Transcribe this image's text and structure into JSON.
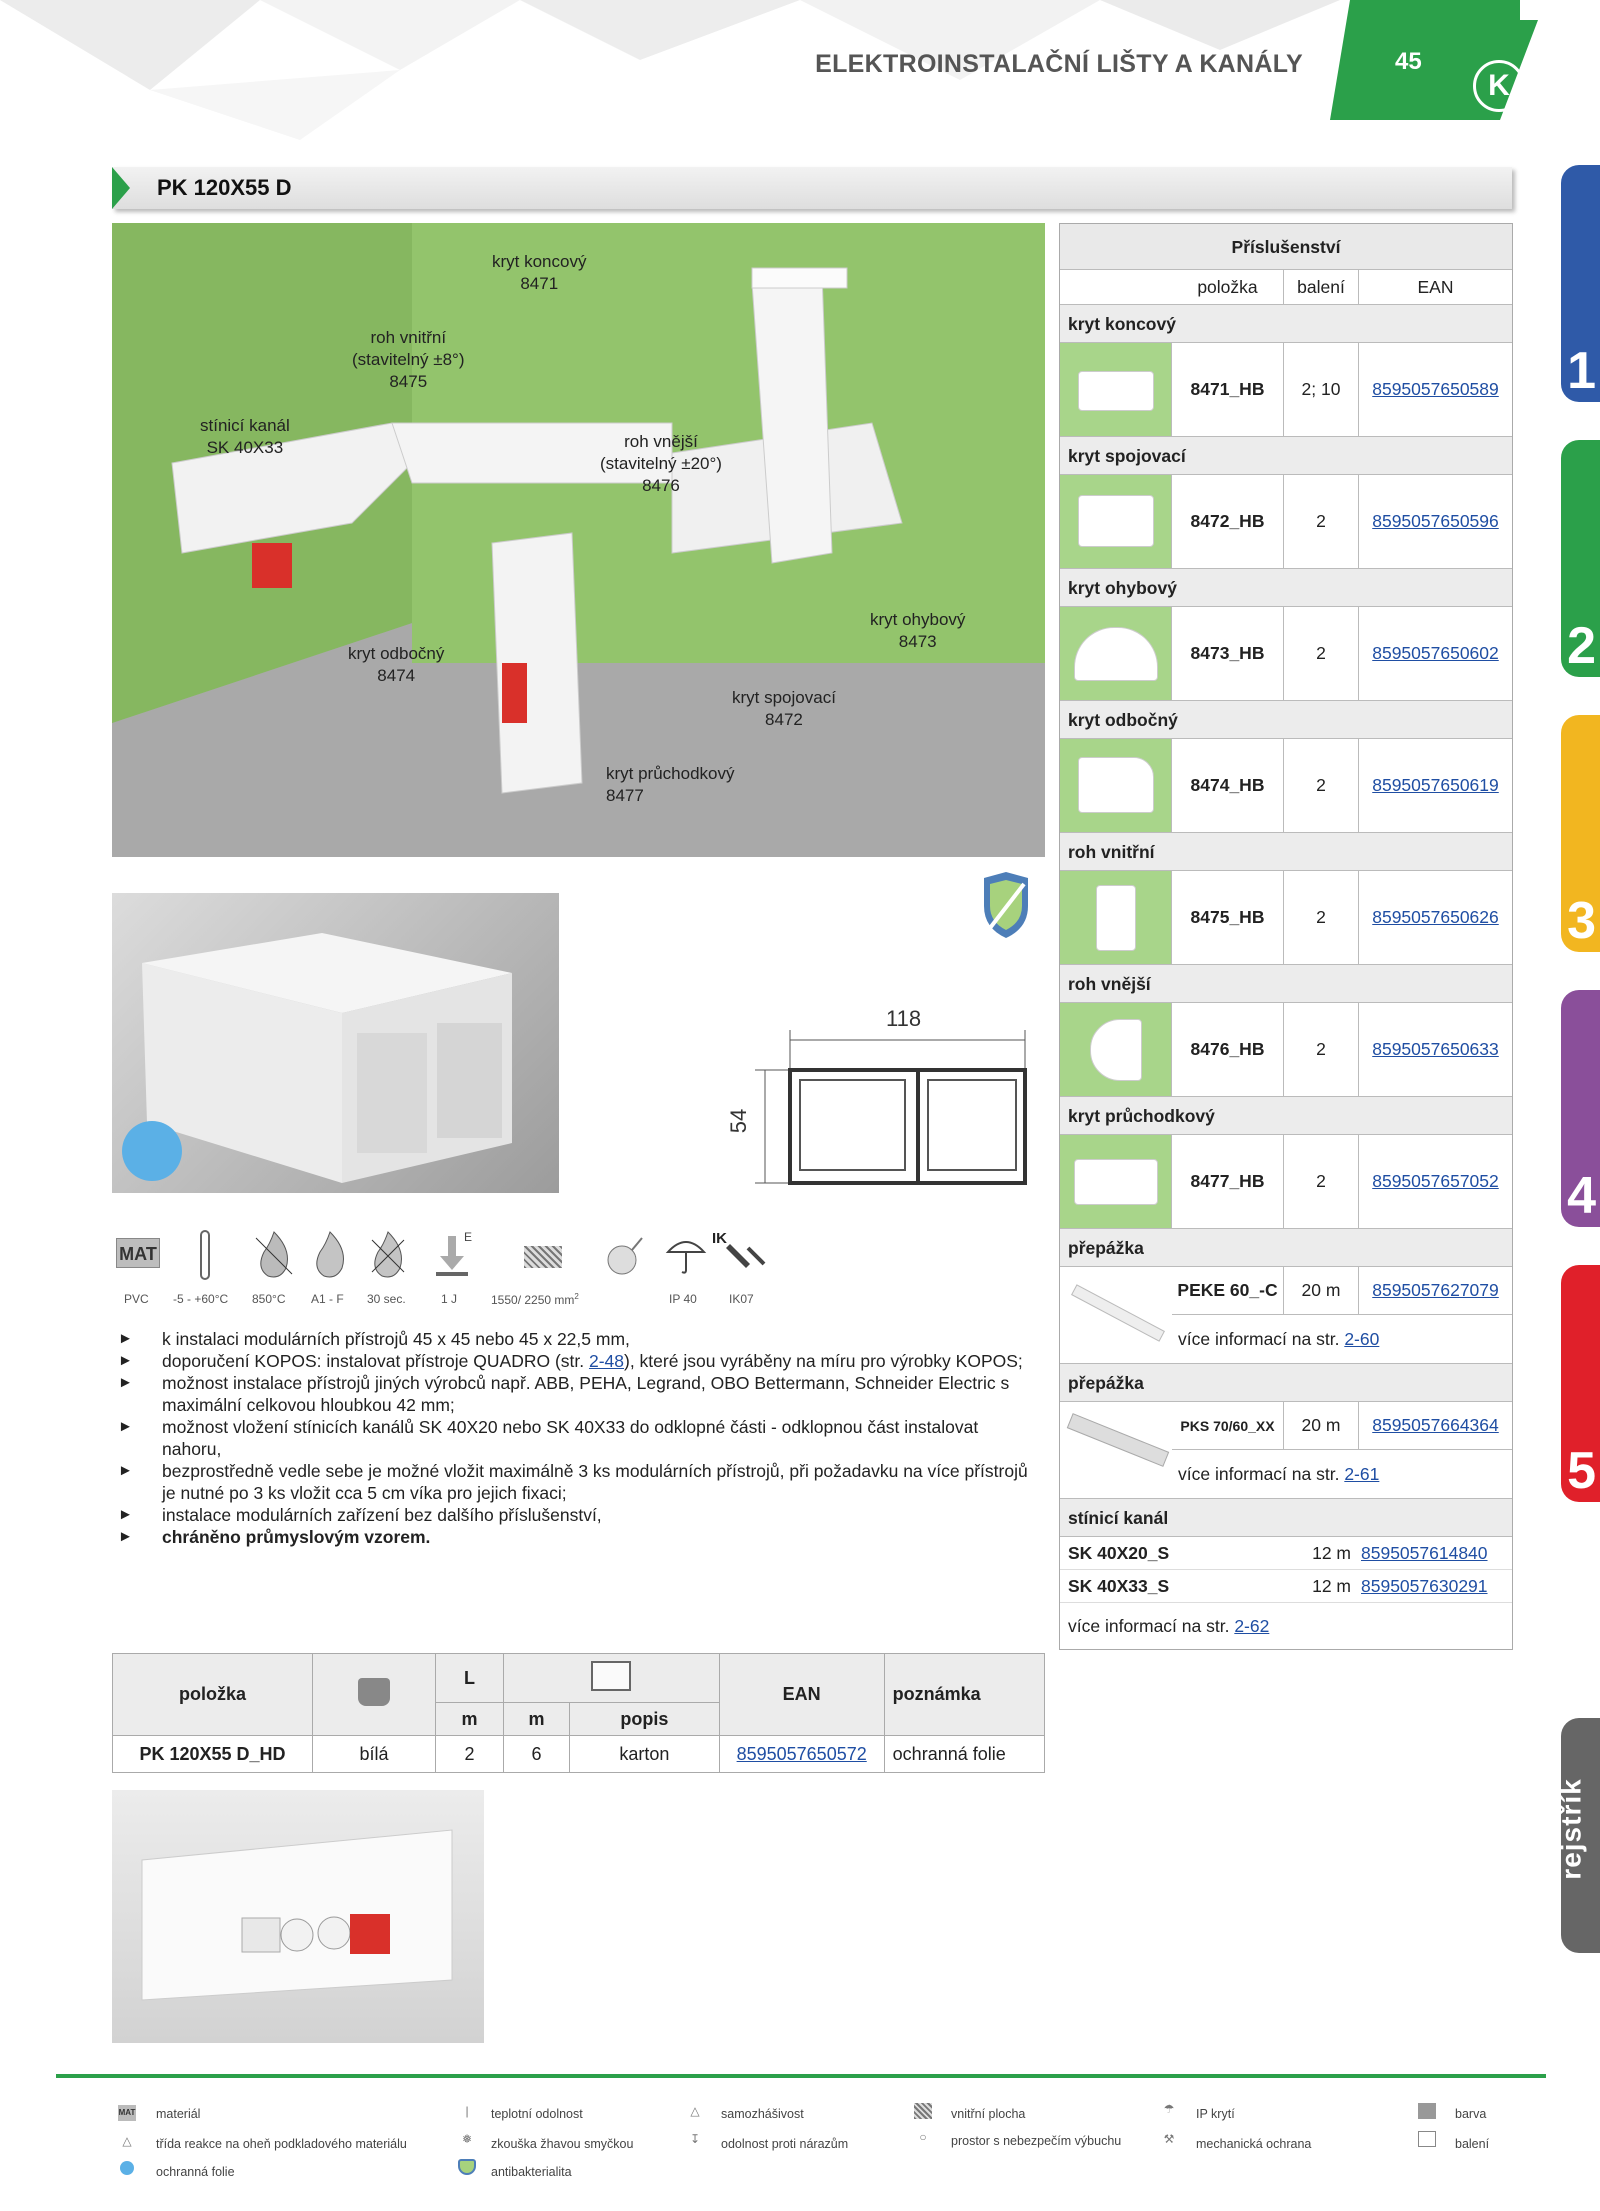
{
  "header": {
    "title": "ELEKTROINSTALAČNÍ LIŠTY A KANÁLY",
    "page_number": "45",
    "logo_letter": "K"
  },
  "product": {
    "title": "PK 120X55 D"
  },
  "scene_labels": {
    "kryt_koncovy": [
      "kryt koncový",
      "8471"
    ],
    "roh_vnitrni": [
      "roh vnitřní",
      "(stavitelný ±8°)",
      "8475"
    ],
    "stinici_kanal": [
      "stínicí kanál",
      "SK 40X33"
    ],
    "roh_vnejsi": [
      "roh vnější",
      "(stavitelný ±20°)",
      "8476"
    ],
    "kryt_ohybovy": [
      "kryt ohybový",
      "8473"
    ],
    "kryt_odbocny": [
      "kryt odbočný",
      "8474"
    ],
    "kryt_spojovaci": [
      "kryt spojovací",
      "8472"
    ],
    "kryt_pruchodkovy": [
      "kryt průchodkový",
      "8477"
    ]
  },
  "dimensions": {
    "width": "118",
    "height": "54"
  },
  "icons": {
    "mat_label": "MAT",
    "ie_label": "E",
    "ik_label": "IK",
    "captions": [
      "PVC",
      "-5 - +60°C",
      "850°C",
      "A1 - F",
      "30 sec.",
      "1 J",
      "1550/ 2250 mm",
      "IP 40",
      "IK07"
    ],
    "area_sup": "2"
  },
  "bullets": [
    {
      "text": "k instalaci modulárních přístrojů 45 x 45 nebo 45 x 22,5 mm,"
    },
    {
      "pre": "doporučení KOPOS: instalovat přístroje QUADRO (str. ",
      "link": "2-48",
      "post": "), které jsou vyráběny na míru pro výrobky KOPOS;"
    },
    {
      "text": "možnost instalace přístrojů jiných výrobců např. ABB, PEHA, Legrand, OBO Bettermann, Schneider Electric s maximální celkovou hloubkou 42 mm;"
    },
    {
      "text": "možnost vložení stínicích kanálů SK 40X20 nebo SK 40X33 do odklopné části - odklopnou část instalovat nahoru,"
    },
    {
      "text": "bezprostředně vedle sebe je možné vložit maximálně 3 ks modulárních přístrojů, při požadavku na více přístrojů je nutné po 3 ks vložit cca 5 cm víka pro jejich fixaci;"
    },
    {
      "text": "instalace modulárních zařízení bez dalšího příslušenství,"
    },
    {
      "text": "chráněno průmyslovým vzorem.",
      "bold": true
    }
  ],
  "accessories": {
    "title": "Příslušenství",
    "columns": [
      "položka",
      "balení",
      "EAN"
    ],
    "sections": [
      {
        "name": "kryt koncový",
        "item": "8471_HB",
        "pack": "2; 10",
        "ean": "8595057650589"
      },
      {
        "name": "kryt spojovací",
        "item": "8472_HB",
        "pack": "2",
        "ean": "8595057650596"
      },
      {
        "name": "kryt ohybový",
        "item": "8473_HB",
        "pack": "2",
        "ean": "8595057650602"
      },
      {
        "name": "kryt odbočný",
        "item": "8474_HB",
        "pack": "2",
        "ean": "8595057650619"
      },
      {
        "name": "roh vnitřní",
        "item": "8475_HB",
        "pack": "2",
        "ean": "8595057650626"
      },
      {
        "name": "roh vnější",
        "item": "8476_HB",
        "pack": "2",
        "ean": "8595057650633"
      },
      {
        "name": "kryt průchodkový",
        "item": "8477_HB",
        "pack": "2",
        "ean": "8595057657052"
      }
    ],
    "prepazka1": {
      "name": "přepážka",
      "item": "PEKE 60_-C",
      "pack": "20 m",
      "ean": "8595057627079",
      "more_pre": "více informací na str. ",
      "more_link": "2-60"
    },
    "prepazka2": {
      "name": "přepážka",
      "item": "PKS 70/60_XX",
      "pack": "20 m",
      "ean": "8595057664364",
      "more_pre": "více informací na str. ",
      "more_link": "2-61"
    },
    "stinici": {
      "name": "stínicí kanál",
      "rows": [
        {
          "item": "SK 40X20_S",
          "pack": "12 m",
          "ean": "8595057614840"
        },
        {
          "item": "SK 40X33_S",
          "pack": "12 m",
          "ean": "8595057630291"
        }
      ],
      "more_pre": "více informací na str. ",
      "more_link": "2-62"
    }
  },
  "tabs": [
    "1",
    "2",
    "3",
    "4",
    "5"
  ],
  "tab_colors": [
    "#2f5aa8",
    "#2ba04a",
    "#f2b620",
    "#8a4f9a",
    "#e0202a"
  ],
  "index_tab": "rejstřík",
  "main_table": {
    "h_item": "položka",
    "h_L": "L",
    "h_ean": "EAN",
    "h_note": "poznámka",
    "u_m1": "m",
    "u_m2": "m",
    "u_popis": "popis",
    "row": {
      "item": "PK 120X55 D_HD",
      "color": "bílá",
      "L": "2",
      "m": "6",
      "popis": "karton",
      "ean": "8595057650572",
      "note": "ochranná folie"
    }
  },
  "legend": [
    {
      "icon": "MAT",
      "text": "materiál"
    },
    {
      "icon": "thermometer-icon",
      "text": "teplotní odolnost"
    },
    {
      "icon": "flame-icon",
      "text": "samozhášivost"
    },
    {
      "icon": "hatch-icon",
      "text": "vnitřní plocha"
    },
    {
      "icon": "umbrella-icon",
      "text": "IP krytí"
    },
    {
      "icon": "paint-icon",
      "text": "barva"
    },
    {
      "icon": "flame-spiral-icon",
      "text": "třída reakce na oheň podkladového materiálu"
    },
    {
      "icon": "glow-wire-icon",
      "text": "zkouška žhavou smyčkou"
    },
    {
      "icon": "impact-icon",
      "text": "odolnost proti nárazům"
    },
    {
      "icon": "bomb-icon",
      "text": "prostor s nebezpečím výbuchu"
    },
    {
      "icon": "hammer-icon",
      "text": "mechanická ochrana"
    },
    {
      "icon": "box-icon",
      "text": "balení"
    },
    {
      "icon": "film-icon",
      "text": "ochranná folie"
    },
    {
      "icon": "shield-icon",
      "text": "antibakterialita"
    }
  ],
  "colors": {
    "green": "#2ba04a",
    "link": "#1f4ea3",
    "scene_wall": "#8fbf6a"
  }
}
